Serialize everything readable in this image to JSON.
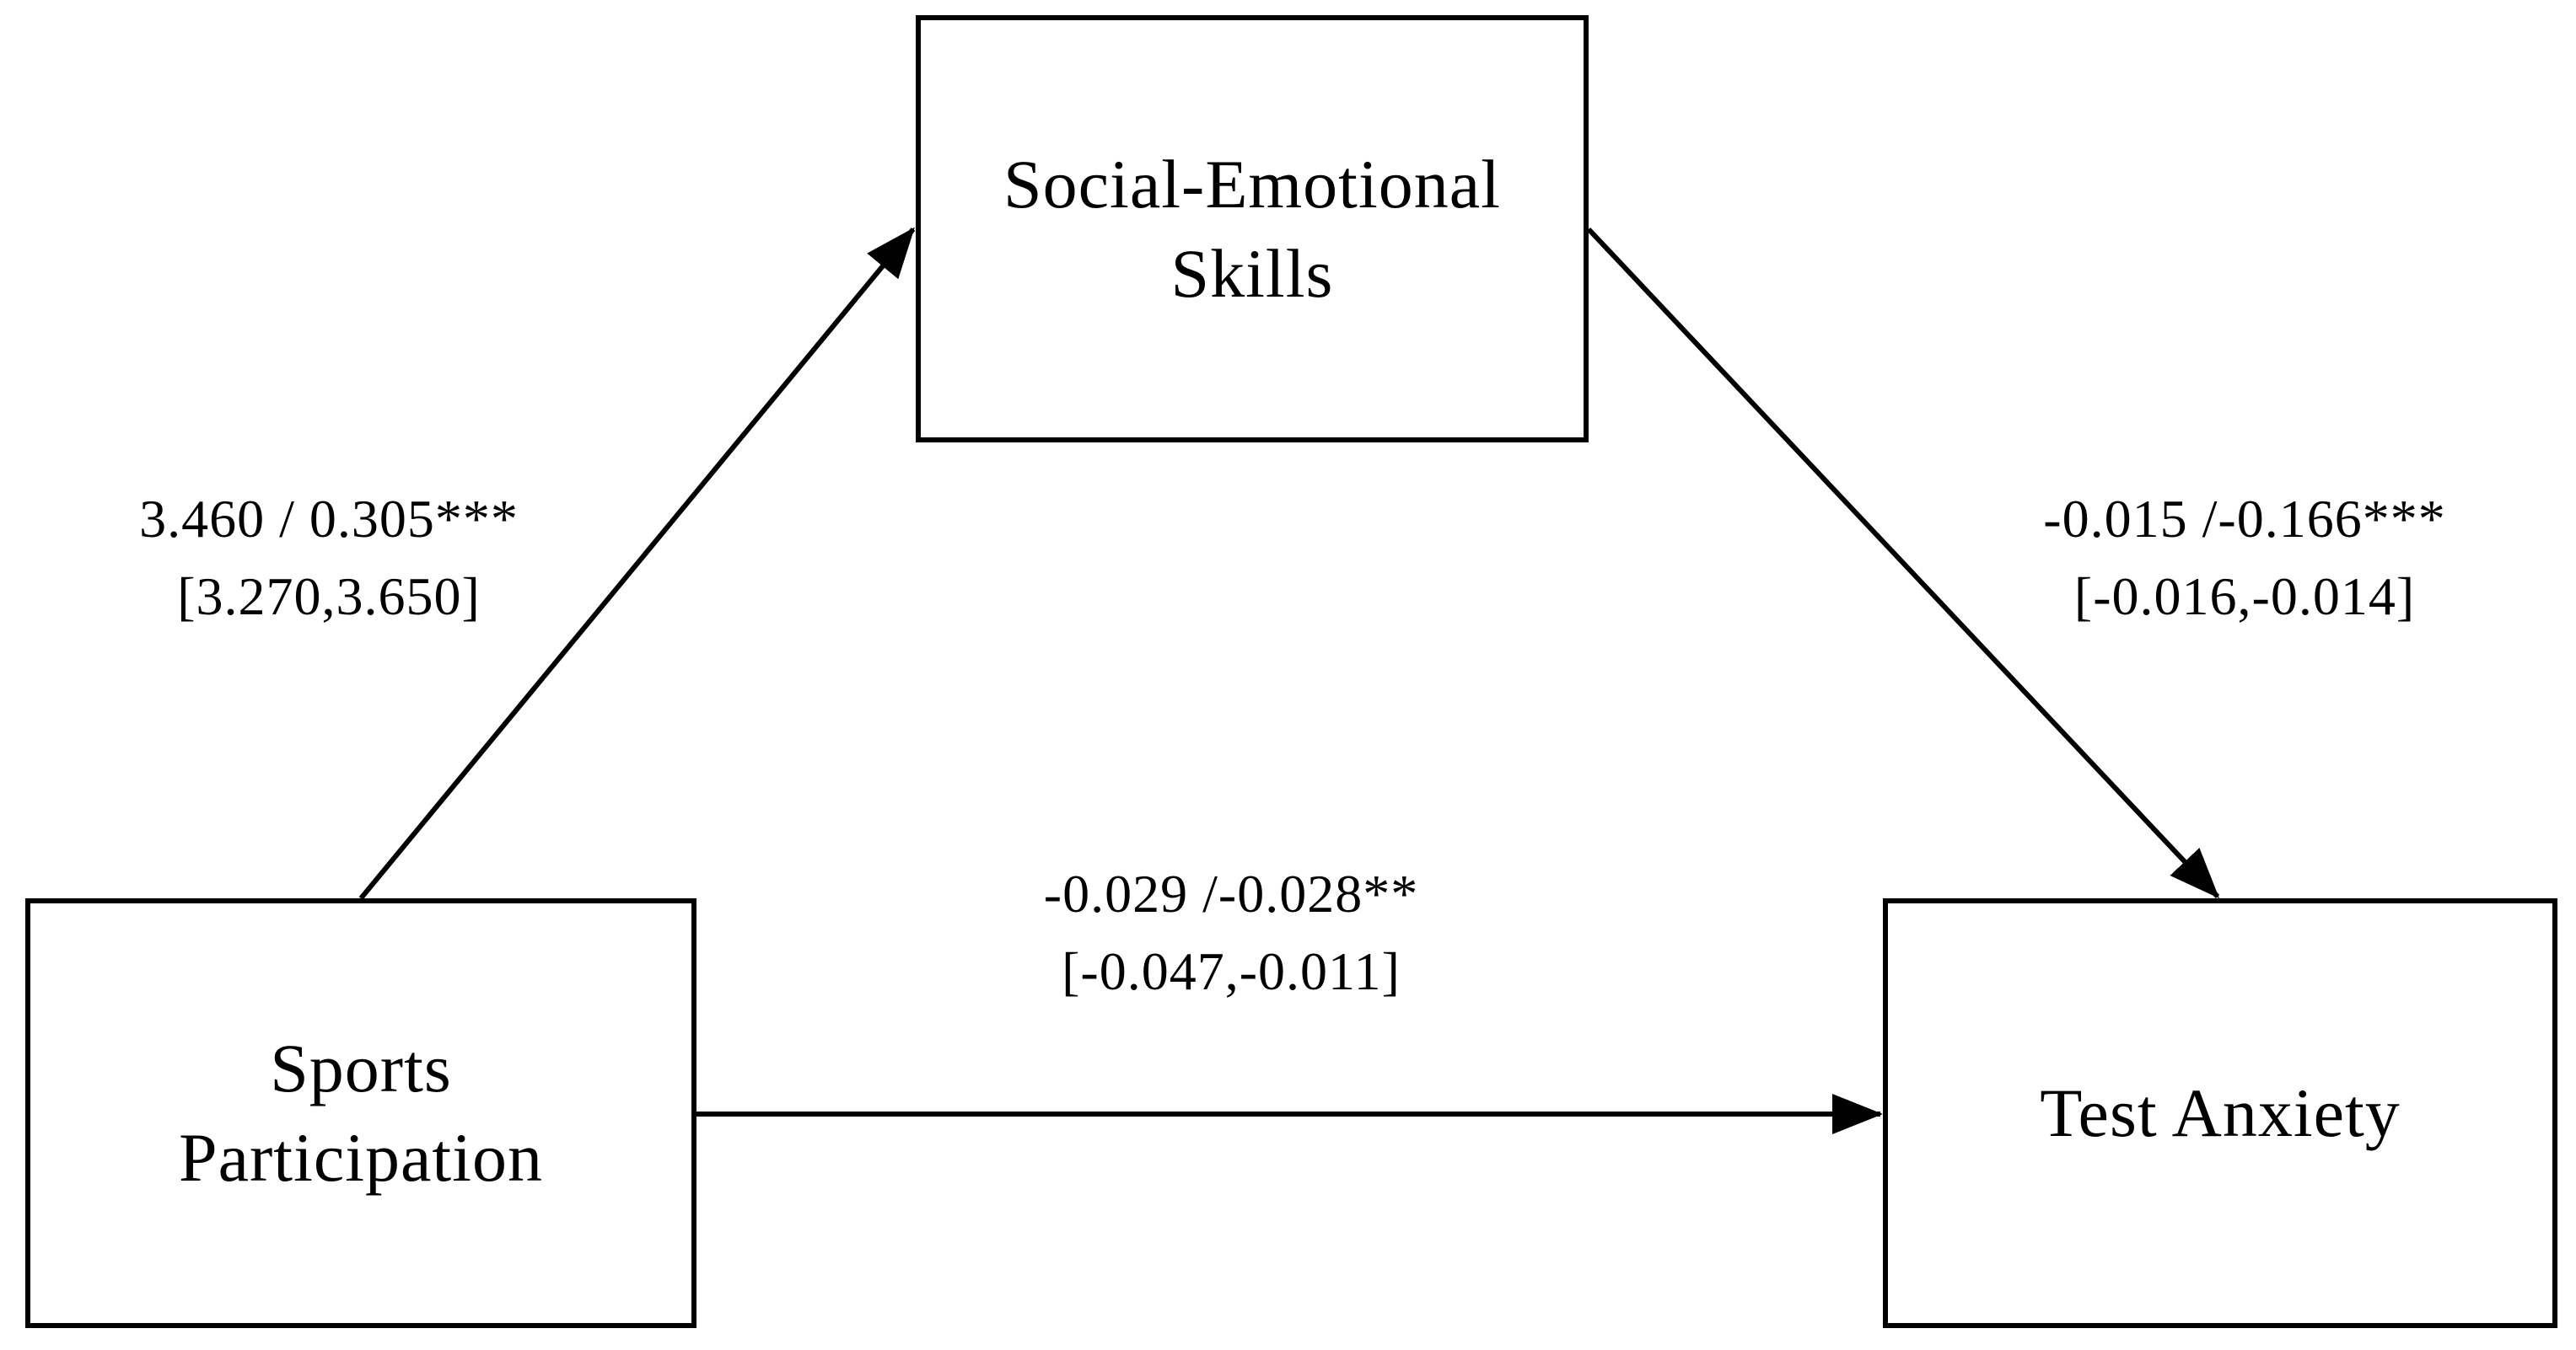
{
  "nodes": {
    "mediator": {
      "line1": "Social-Emotional",
      "line2": "Skills"
    },
    "predictor": {
      "line1": "Sports",
      "line2": "Participation"
    },
    "outcome": {
      "label": "Test Anxiety"
    }
  },
  "paths": {
    "a": {
      "estimate": "3.460 / 0.305***",
      "ci": "[3.270,3.650]"
    },
    "b": {
      "estimate": "-0.015 /-0.166***",
      "ci": "[-0.016,-0.014]"
    },
    "c_prime": {
      "estimate": "-0.029 /-0.028**",
      "ci": "[-0.047,-0.011]"
    }
  }
}
